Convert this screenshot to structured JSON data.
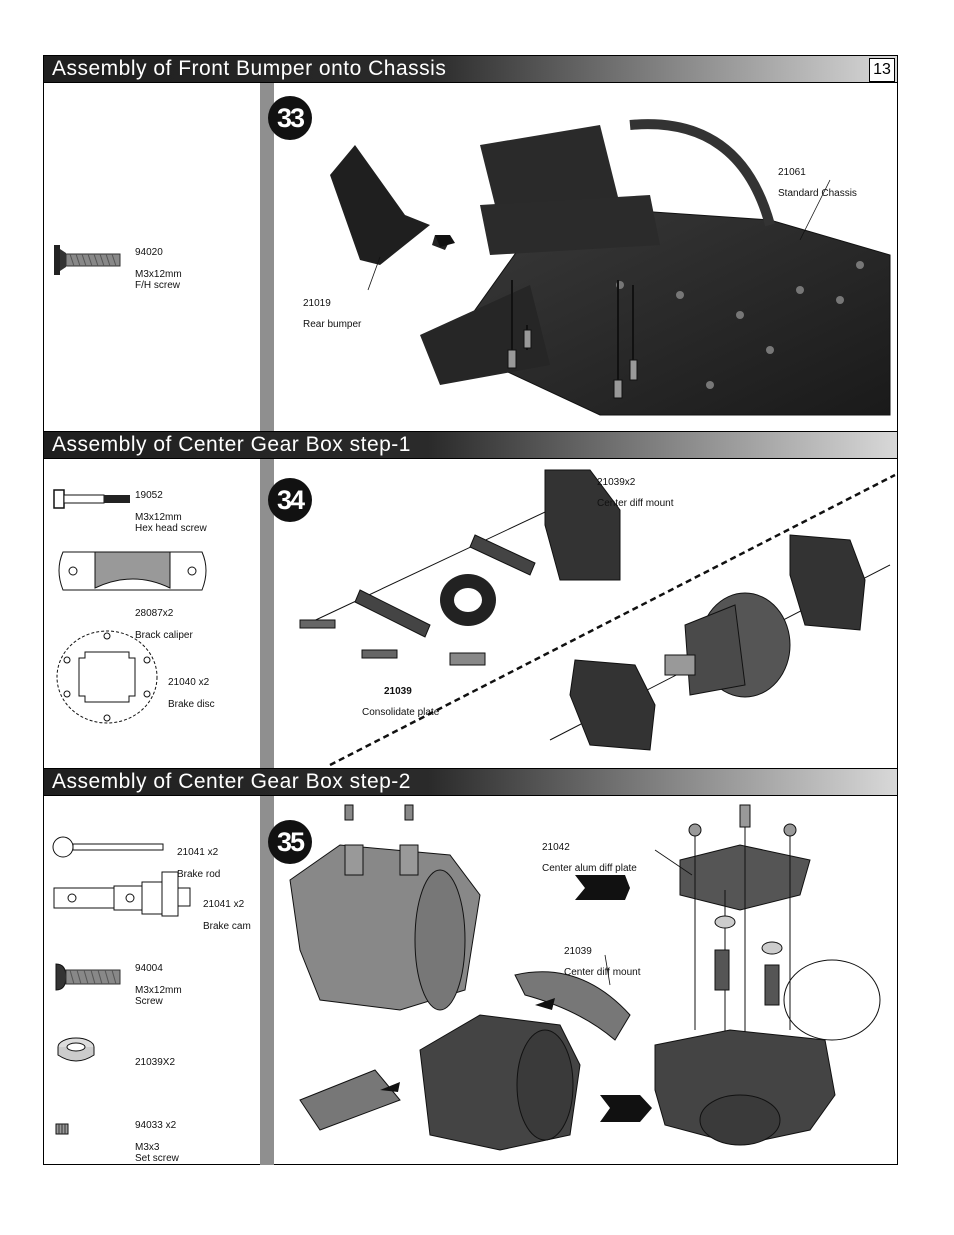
{
  "page_number": "13",
  "sections": [
    {
      "title": "Assembly of Front Bumper onto Chassis",
      "step": "33",
      "parts": [
        {
          "code": "94020",
          "desc": "M3x12mm\nF/H screw"
        }
      ],
      "labels": [
        {
          "code": "21061",
          "desc": "Standard  Chassis"
        },
        {
          "code": "21019",
          "desc": "Rear bumper"
        }
      ]
    },
    {
      "title": "Assembly of Center Gear Box step-1",
      "step": "34",
      "parts": [
        {
          "code": "19052",
          "desc": "M3x12mm\nHex head screw"
        },
        {
          "code": "28087x2",
          "desc": "Brack caliper"
        },
        {
          "code": "21040 x2",
          "desc": "Brake disc"
        }
      ],
      "labels": [
        {
          "code": "21039x2",
          "desc": "Center diff mount"
        },
        {
          "code": "21039",
          "desc": "Consolidate plate"
        }
      ]
    },
    {
      "title": "Assembly of Center Gear Box step-2",
      "step": "35",
      "parts": [
        {
          "code": "21041 x2",
          "desc": "Brake rod"
        },
        {
          "code": "21041 x2",
          "desc": "Brake cam"
        },
        {
          "code": "94004",
          "desc": "M3x12mm\nScrew"
        },
        {
          "code": "21039X2",
          "desc": ""
        },
        {
          "code": "94033 x2",
          "desc": "M3x3\nSet screw"
        }
      ],
      "labels": [
        {
          "code": "21042",
          "desc": "Center alum diff plate"
        },
        {
          "code": "21039",
          "desc": "Center diff mount"
        }
      ]
    }
  ]
}
